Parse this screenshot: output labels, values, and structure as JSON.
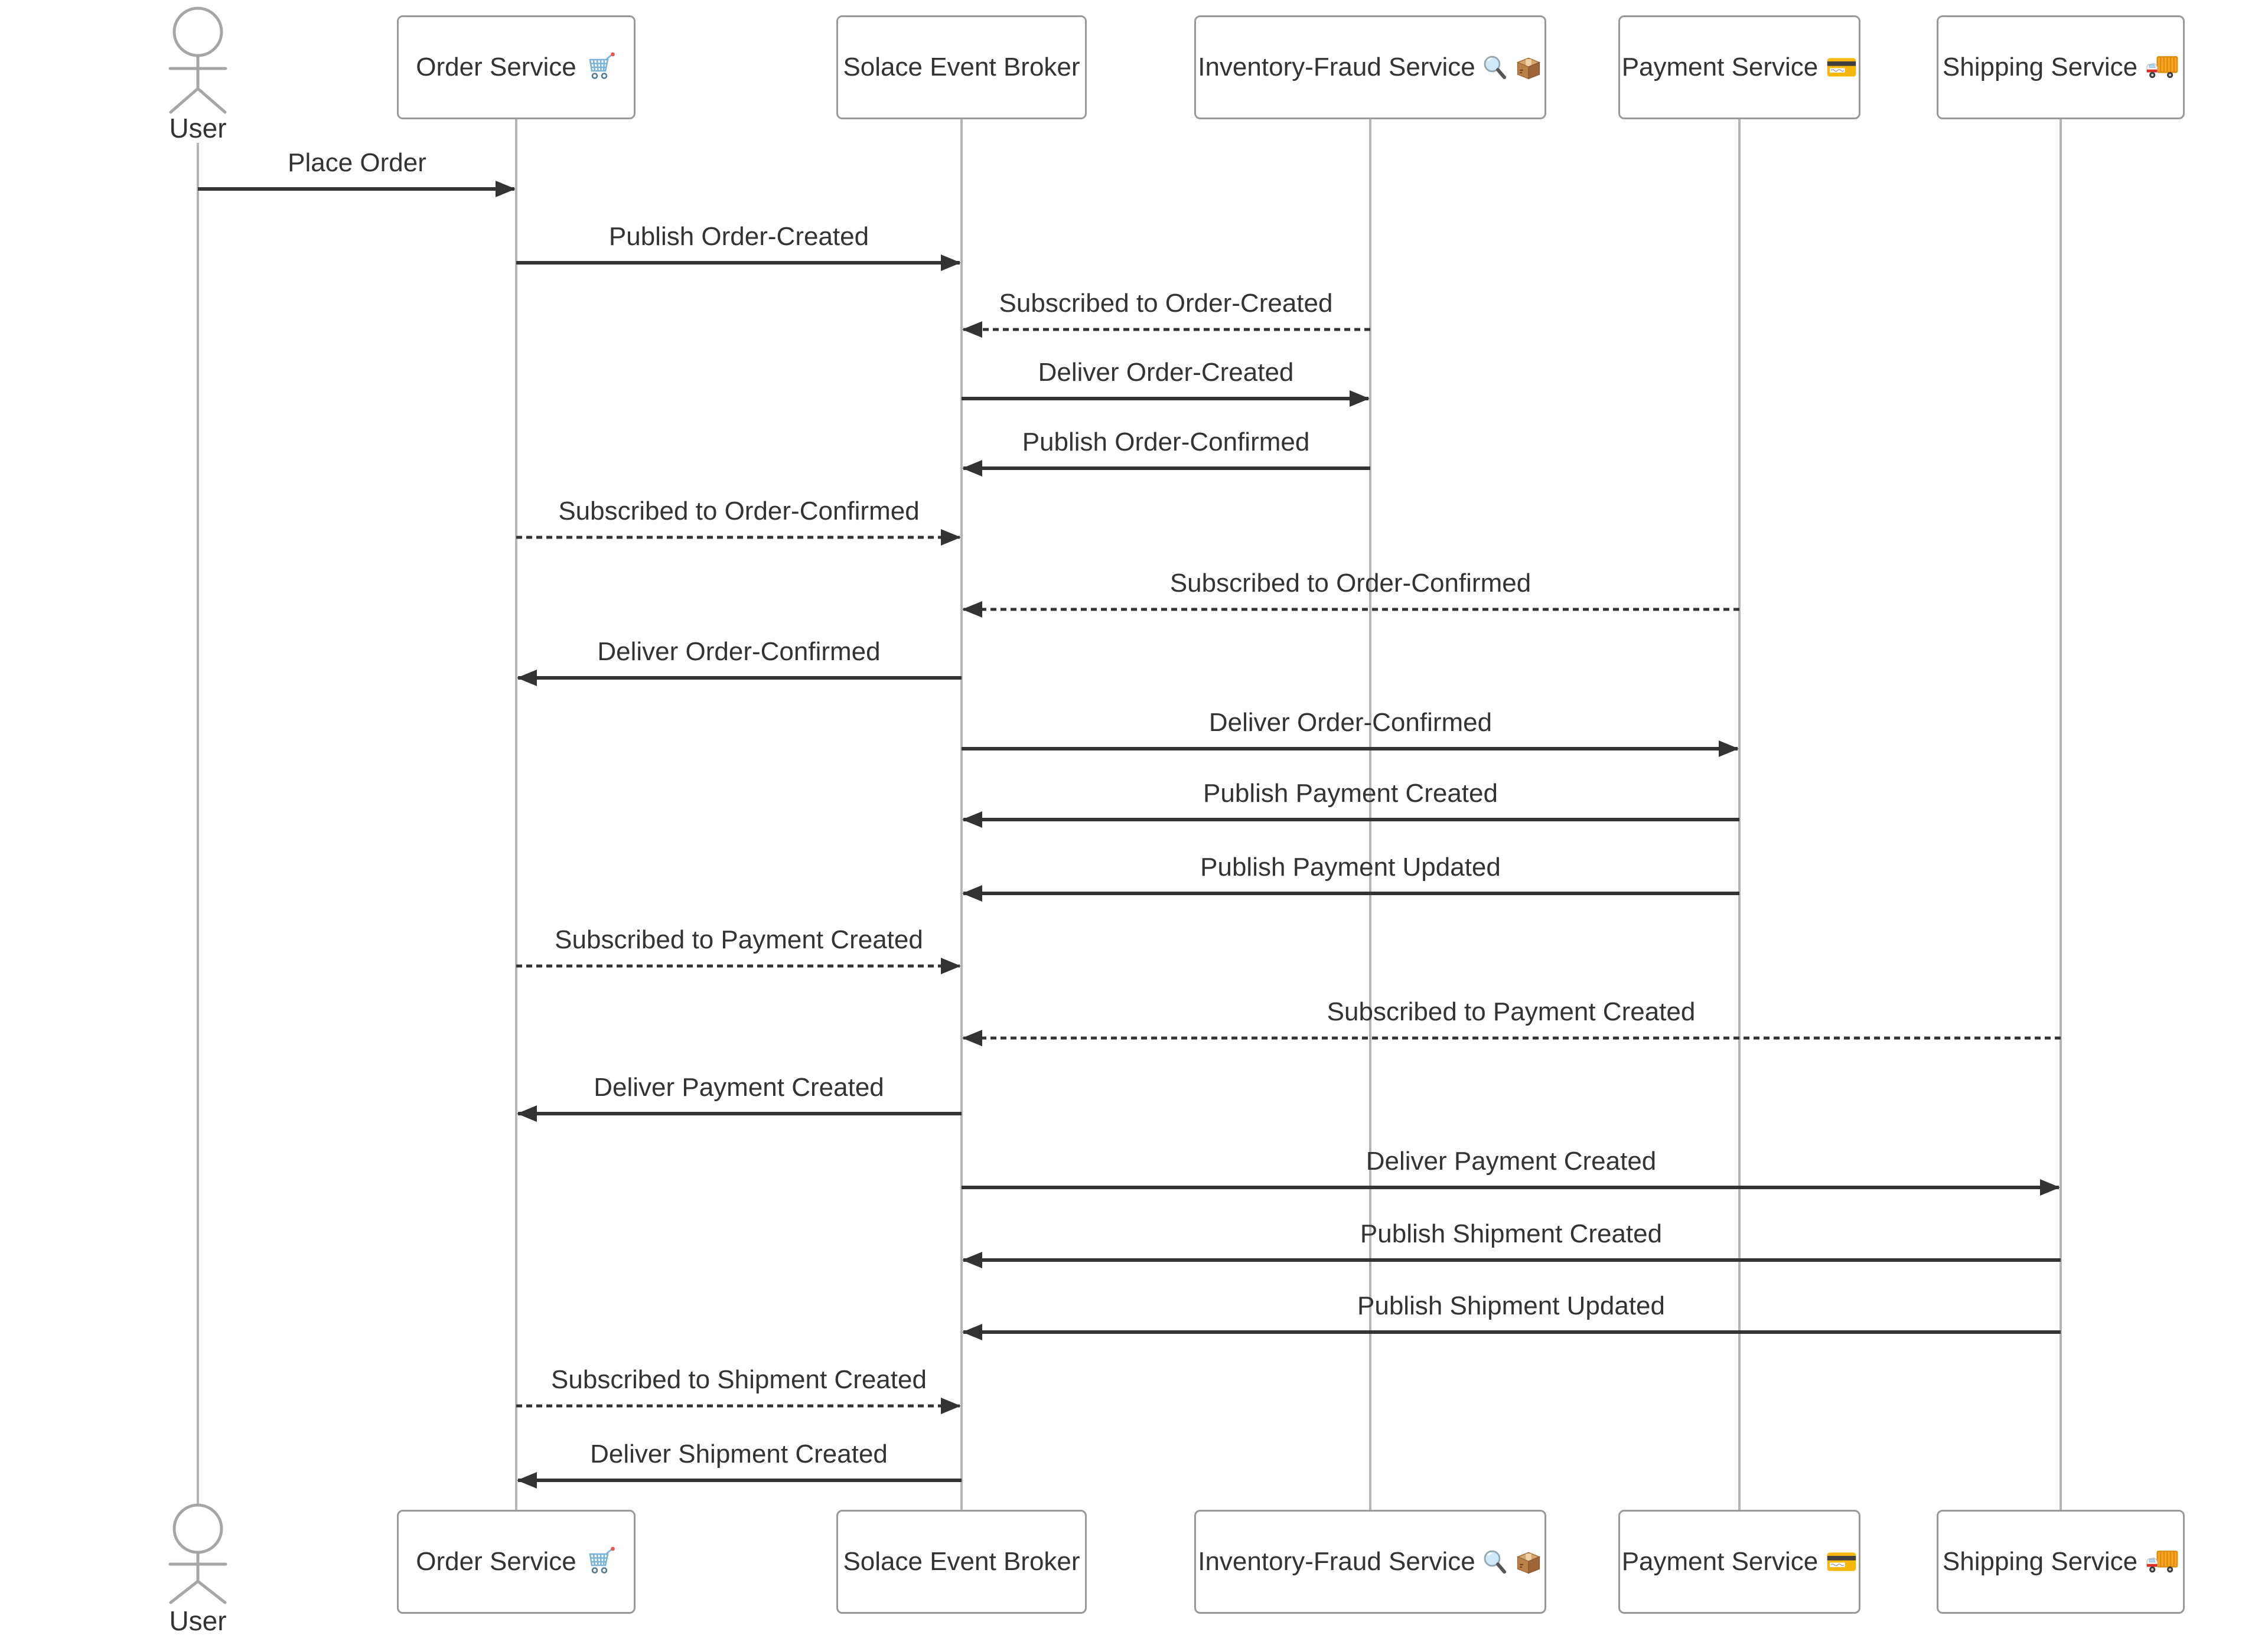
{
  "diagram": {
    "type": "sequence-diagram",
    "background": "#ffffff",
    "colors": {
      "message_line": "#333333",
      "message_text": "#333333",
      "lifeline": "#b5b5b5",
      "box_border": "#999999",
      "box_fill": "#ffffff",
      "actor_stroke": "#a6a6a6",
      "cart_icon_blue": "#7ab3d5",
      "magnifier_blue": "#cfe9f8",
      "package_brown": "#bb8149",
      "card_yellow": "#f7b70d",
      "truck_orange": "#f8a41f",
      "truck_red": "#dc2f27"
    },
    "actors": [
      {
        "id": "user",
        "label": "User",
        "icon": "person-icon"
      },
      {
        "id": "order",
        "label": "Order Service",
        "icon": "cart-icon"
      },
      {
        "id": "solace",
        "label": "Solace Event Broker",
        "icon": ""
      },
      {
        "id": "inventory",
        "label": "Inventory-Fraud Service",
        "icon": "magnifier-icon package-icon"
      },
      {
        "id": "payment",
        "label": "Payment Service",
        "icon": "credit-card-icon"
      },
      {
        "id": "shipping",
        "label": "Shipping Service",
        "icon": "truck-icon"
      }
    ],
    "messages": [
      {
        "n": 1,
        "label": "Place Order",
        "from": "User",
        "to": "Order Service",
        "line": "solid"
      },
      {
        "n": 2,
        "label": "Publish Order-Created",
        "from": "Order Service",
        "to": "Solace Event Broker",
        "line": "solid"
      },
      {
        "n": 3,
        "label": "Subscribed to Order-Created",
        "from": "Inventory-Fraud Service",
        "to": "Solace Event Broker",
        "line": "dashed"
      },
      {
        "n": 4,
        "label": "Deliver Order-Created",
        "from": "Solace Event Broker",
        "to": "Inventory-Fraud Service",
        "line": "solid"
      },
      {
        "n": 5,
        "label": "Publish Order-Confirmed",
        "from": "Inventory-Fraud Service",
        "to": "Solace Event Broker",
        "line": "solid"
      },
      {
        "n": 6,
        "label": "Subscribed to Order-Confirmed",
        "from": "Order Service",
        "to": "Solace Event Broker",
        "line": "dashed"
      },
      {
        "n": 7,
        "label": "Subscribed to Order-Confirmed",
        "from": "Payment Service",
        "to": "Solace Event Broker",
        "line": "dashed"
      },
      {
        "n": 8,
        "label": "Deliver Order-Confirmed",
        "from": "Solace Event Broker",
        "to": "Order Service",
        "line": "solid"
      },
      {
        "n": 9,
        "label": "Deliver Order-Confirmed",
        "from": "Solace Event Broker",
        "to": "Payment Service",
        "line": "solid"
      },
      {
        "n": 10,
        "label": "Publish Payment Created",
        "from": "Payment Service",
        "to": "Solace Event Broker",
        "line": "solid"
      },
      {
        "n": 11,
        "label": "Publish Payment Updated",
        "from": "Payment Service",
        "to": "Solace Event Broker",
        "line": "solid"
      },
      {
        "n": 12,
        "label": "Subscribed to Payment Created",
        "from": "Order Service",
        "to": "Solace Event Broker",
        "line": "dashed"
      },
      {
        "n": 13,
        "label": "Subscribed to Payment Created",
        "from": "Shipping Service",
        "to": "Solace Event Broker",
        "line": "dashed"
      },
      {
        "n": 14,
        "label": "Deliver Payment Created",
        "from": "Solace Event Broker",
        "to": "Order Service",
        "line": "solid"
      },
      {
        "n": 15,
        "label": "Deliver Payment Created",
        "from": "Solace Event Broker",
        "to": "Shipping Service",
        "line": "solid"
      },
      {
        "n": 16,
        "label": "Publish Shipment Created",
        "from": "Shipping Service",
        "to": "Solace Event Broker",
        "line": "solid"
      },
      {
        "n": 17,
        "label": "Publish Shipment Updated",
        "from": "Shipping Service",
        "to": "Solace Event Broker",
        "line": "solid"
      },
      {
        "n": 18,
        "label": "Subscribed to Shipment Created",
        "from": "Order Service",
        "to": "Solace Event Broker",
        "line": "dashed"
      },
      {
        "n": 19,
        "label": "Deliver Shipment Created",
        "from": "Solace Event Broker",
        "to": "Order Service",
        "line": "solid"
      }
    ]
  }
}
